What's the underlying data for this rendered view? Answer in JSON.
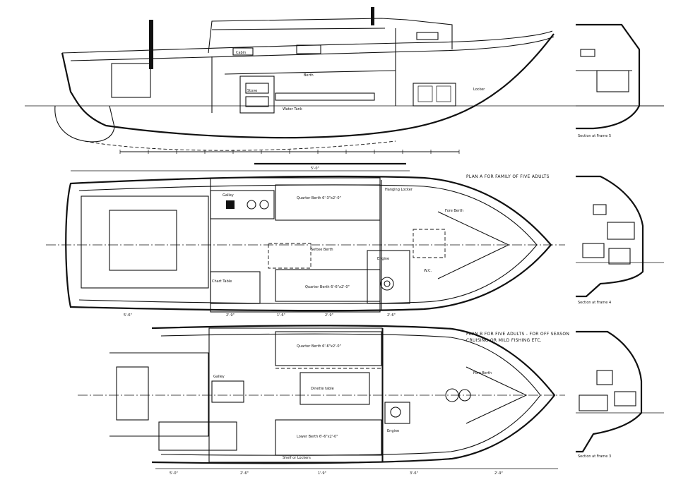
{
  "plan_a": {
    "heading": "PLAN A FOR FAMILY OF FIVE ADULTS",
    "labels": {
      "galley": "Galley",
      "quarter_berth": "Quarter Berth 6'-3\"x2'-0\"",
      "main_berth": "Quarter Berth 6'-6\"x2'-0\"",
      "fore_berth": "Fore Berth",
      "hanging_locker": "Hanging Locker",
      "chart_table": "Chart Table",
      "engine": "Engine",
      "settee": "Settee Berth",
      "head": "W.C."
    }
  },
  "plan_b": {
    "heading": "PLAN B FOR FIVE ADULTS - FOR OFF SEASON",
    "subheading": "CRUISING OR MILD FISHING ETC.",
    "labels": {
      "quarter_berth": "Quarter Berth 6'-6\"x2'-0\"",
      "lower_berth": "Lower Berth 6'-6\"x2'-0\"",
      "galley": "Galley",
      "shelf": "Shelf or Lockers",
      "dinette": "Dinette table",
      "engine": "Engine",
      "fore_berth": "Fore Berth"
    }
  },
  "profile": {
    "labels": {
      "cabin": "Cabin",
      "berth": "Berth",
      "stove": "Stove",
      "water_tank": "Water Tank",
      "locker": "Locker"
    }
  },
  "sections": {
    "labels": [
      "Section at Frame 5",
      "Section at Frame 4",
      "Section at Frame 3"
    ]
  },
  "dimensions": {
    "plan_a": [
      "5'-6\"",
      "2'-9\"",
      "1'-6\"",
      "2'-9\"",
      "2'-6\"",
      "5'-0\""
    ],
    "plan_b": [
      "5'-0\"",
      "2'-6\"",
      "1'-9\"",
      "3'-6\"",
      "2'-9\""
    ]
  }
}
